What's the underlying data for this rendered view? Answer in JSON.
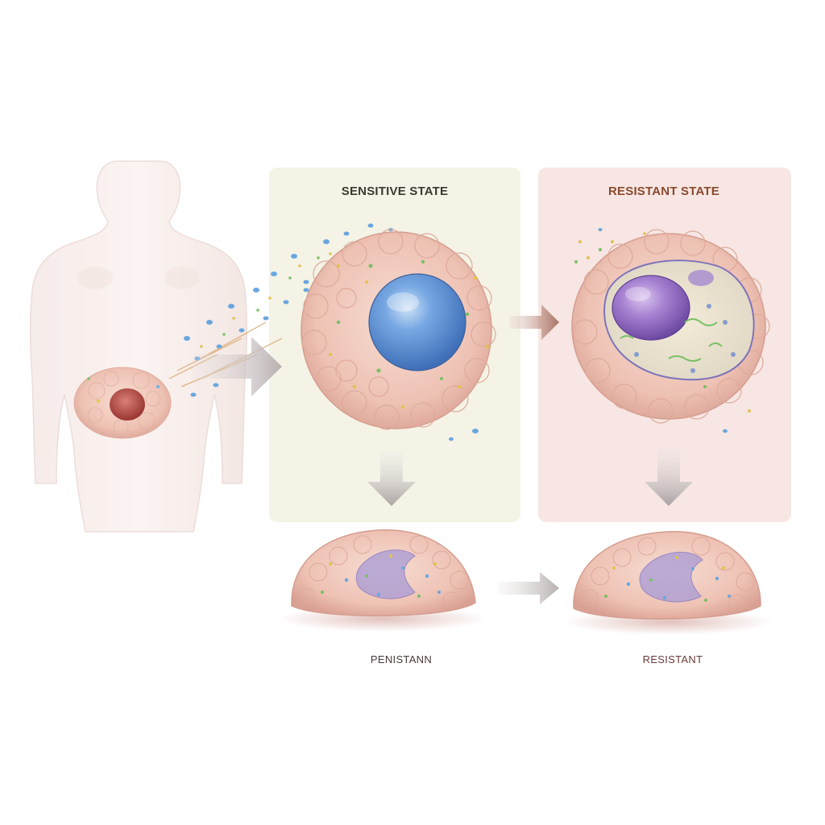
{
  "panels": {
    "sensitive": {
      "title": "SENSITIVE STATE"
    },
    "resistant": {
      "title": "RESISTANT STATE"
    }
  },
  "captions": {
    "left": "PENISTANN",
    "right": "RESISTANT"
  },
  "colors": {
    "sensitive_panel_bg": "#f4f3e6",
    "resistant_panel_bg": "#f7e6e3",
    "sensitive_title": "#3a3a2e",
    "resistant_title": "#8a4a2e",
    "caption_text": "#4a3a3a",
    "cell_membrane": "#f0c9bd",
    "sensitive_nucleus": "#5b8fd4",
    "resistant_nucleus": "#9a74c8",
    "tumor_core": "#b5463f",
    "arrow_gray": "#b8b2b2",
    "arrow_brown": "#b07a6a"
  }
}
